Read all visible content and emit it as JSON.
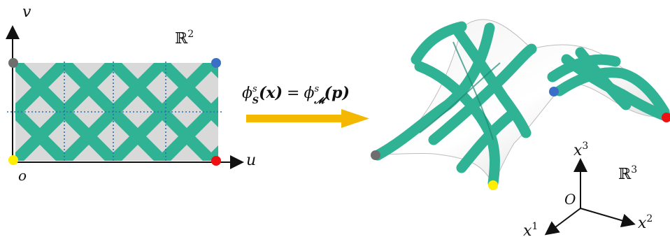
{
  "left_panel": {
    "axis_u": "u",
    "axis_v": "v",
    "origin": "o",
    "space": "ℝ",
    "space_exp": "2"
  },
  "mapping": {
    "phi": "ϕ",
    "lhs_sub": "S",
    "sup": "s",
    "lhs_arg": "(𝒙)",
    "equals": "=",
    "rhs_sub": "𝓜",
    "rhs_arg": "(𝒑)",
    "arrow_color": "#f5b800"
  },
  "right_panel": {
    "axis1": "x",
    "axis1_exp": "1",
    "axis2": "x",
    "axis2_exp": "2",
    "axis3": "x",
    "axis3_exp": "3",
    "origin": "O",
    "space": "ℝ",
    "space_exp": "3"
  },
  "colors": {
    "lattice": "#2fb394",
    "lattice_dark": "#1e8a73",
    "domain_fill": "#d9d9d9",
    "grid_dotted": "#2a6fb5",
    "corner_gray": "#6e6e6e",
    "corner_blue": "#3a6fc8",
    "corner_yellow": "#ffee00",
    "corner_red": "#ee1111"
  }
}
